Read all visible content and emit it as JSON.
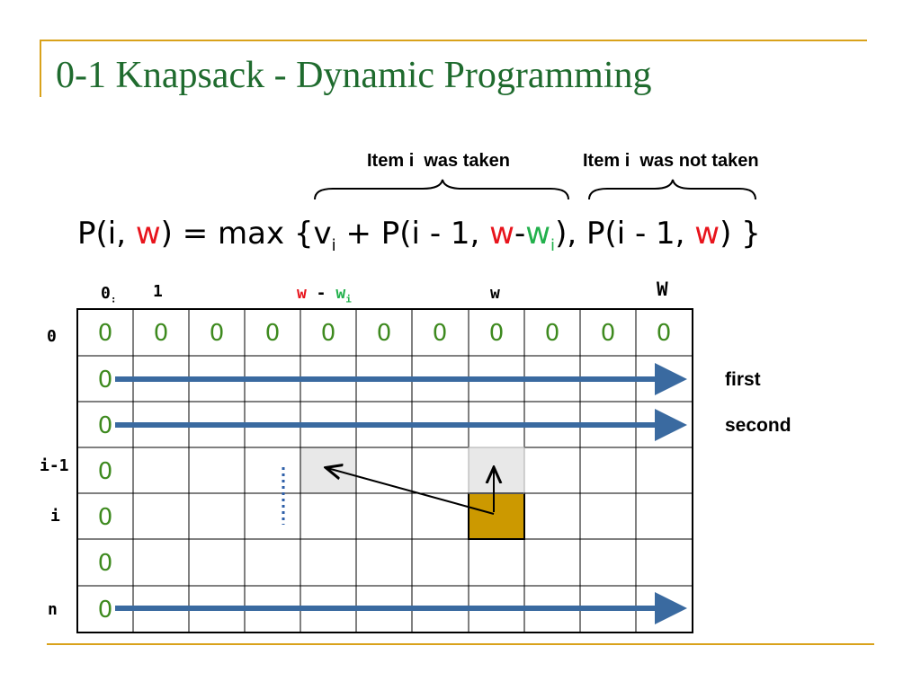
{
  "title": "0-1 Knapsack - Dynamic Programming",
  "brace_taken": {
    "prefix": "Item ",
    "i": "i",
    "suffix": "  was taken"
  },
  "brace_not_taken": {
    "prefix": "Item ",
    "i": "i",
    "suffix": "  was not taken"
  },
  "formula": {
    "p1": "P(i, ",
    "w1": "w",
    "p2": ") = max {v",
    "sub1": "i",
    "p3": " + P(i - 1, ",
    "w2": "w",
    "dash": "-",
    "w3": "w",
    "sub2": "i",
    "p4": "), P(i - 1, ",
    "w4": "w",
    "p5": ") }"
  },
  "column_labels": {
    "zero": "0",
    "zero_sub": ":",
    "one": "1",
    "w_minus_w": {
      "w": "w",
      "minus": " - ",
      "wi": "w",
      "wi_sub": "i"
    },
    "w": "w",
    "W": "W"
  },
  "row_labels": {
    "zero": "0",
    "i_minus_1": "i-1",
    "i": "i",
    "n": "n"
  },
  "cell_value": "0",
  "row0_values": [
    "0",
    "0",
    "0",
    "0",
    "0",
    "0",
    "0",
    "0",
    "0",
    "0",
    "0"
  ],
  "col0_values": [
    "0",
    "0",
    "0",
    "0",
    "0",
    "0"
  ],
  "side_labels": {
    "first": "first",
    "second": "second"
  },
  "colors": {
    "title": "#1f6b2e",
    "accent": "#d9a21b",
    "arrow": "#3a6aa0",
    "highlight_gray": "#e8e8e8",
    "highlight_gold": "#cc9900",
    "red": "#e8141c",
    "green": "#22b14c",
    "zero_green": "#3e8a1f"
  }
}
